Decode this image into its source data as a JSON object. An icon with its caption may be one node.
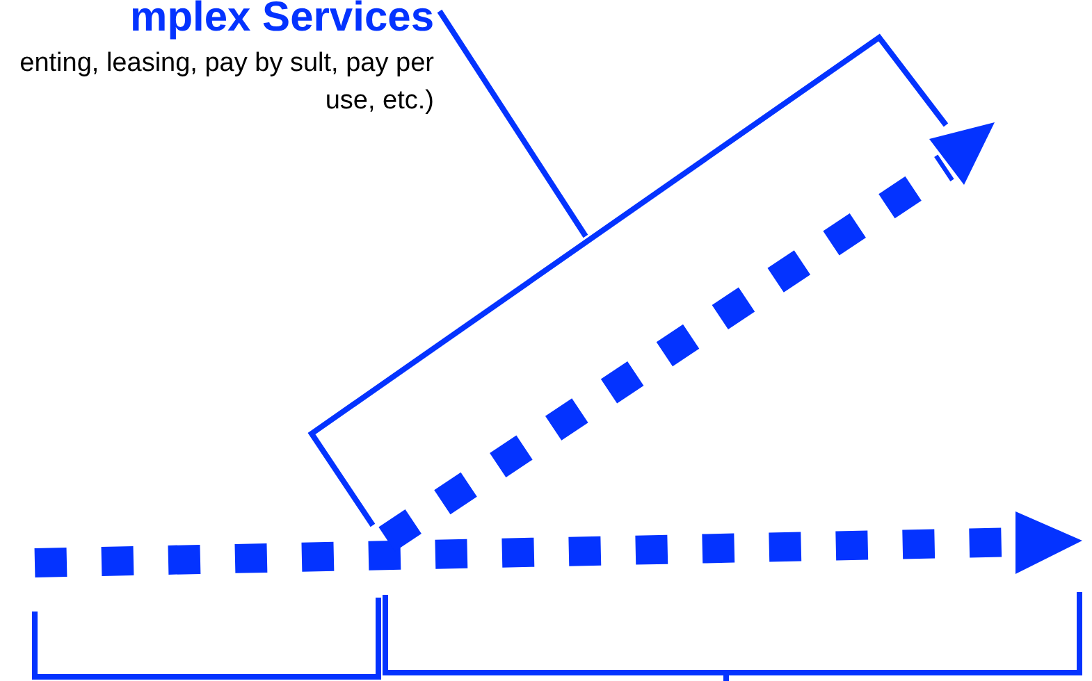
{
  "diagram": {
    "nodes": [
      {
        "text": [
          "mplex Services",
          "enting, leasing, pay by sult, pay per use, etc.)"
        ]
      },
      {
        "text": [],
        "shape": "bracket"
      }
    ],
    "edges": [
      {
        "from": 0,
        "to": 1,
        "arrow": "none"
      }
    ]
  }
}
